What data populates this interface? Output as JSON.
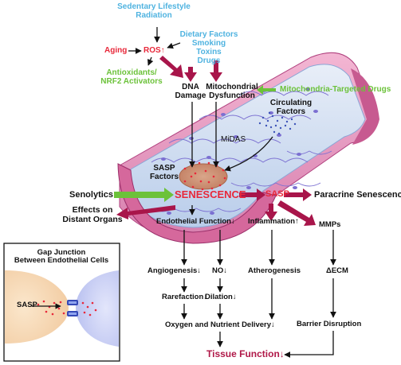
{
  "colors": {
    "arrow_crimson": "#a8154a",
    "arrow_green": "#6cc23a",
    "vessel_pink": "#e59fc3",
    "lumen_blue": "#c8d8f0",
    "senescence_red": "#e8283a",
    "sedentary_blue": "#4fb3e0"
  },
  "inputs": {
    "sedentary": [
      "Sedentary Lifestyle",
      "Radiation"
    ],
    "aging": "Aging",
    "ros": "ROS↑",
    "dietary": [
      "Dietary Factors",
      "Smoking",
      "Toxins",
      "Drugs"
    ],
    "antioxidants": [
      "Antioxidants/",
      "NRF2 Activators"
    ],
    "dna_damage": [
      "DNA",
      "Damage"
    ],
    "mito_dysfunction": [
      "Mitochondrial",
      "Dysfunction"
    ],
    "mito_drugs": "Mitochondria-Targeted Drugs"
  },
  "vessel": {
    "circulating": [
      "Circulating",
      "Factors"
    ],
    "midas": "MiDAS",
    "sasp_factors": [
      "SASP",
      "Factors"
    ],
    "senescence": "SENESCENCE",
    "sasp": "SASP",
    "endothelial": "Endothelial Function↓",
    "inflammation": "Inflammation↑"
  },
  "side": {
    "senolytics": "Senolytics",
    "distant": [
      "Effects on",
      "Distant Organs"
    ],
    "paracrine": "Paracrine Senescence",
    "mmps": "MMPs"
  },
  "outcomes": {
    "angiogenesis": "Angiogenesis↓",
    "no": "NO↓",
    "rarefaction": "Rarefaction↓",
    "dilation": "Dilation↓",
    "oxygen": "Oxygen and Nutrient Delivery↓",
    "atherogenesis": "Atherogenesis",
    "ecm": "ΔECM",
    "barrier": "Barrier Disruption",
    "tissue": "Tissue Function↓"
  },
  "inset": {
    "title": [
      "Gap Junction",
      "Between Endothelial Cells"
    ],
    "sasp": "SASP"
  }
}
